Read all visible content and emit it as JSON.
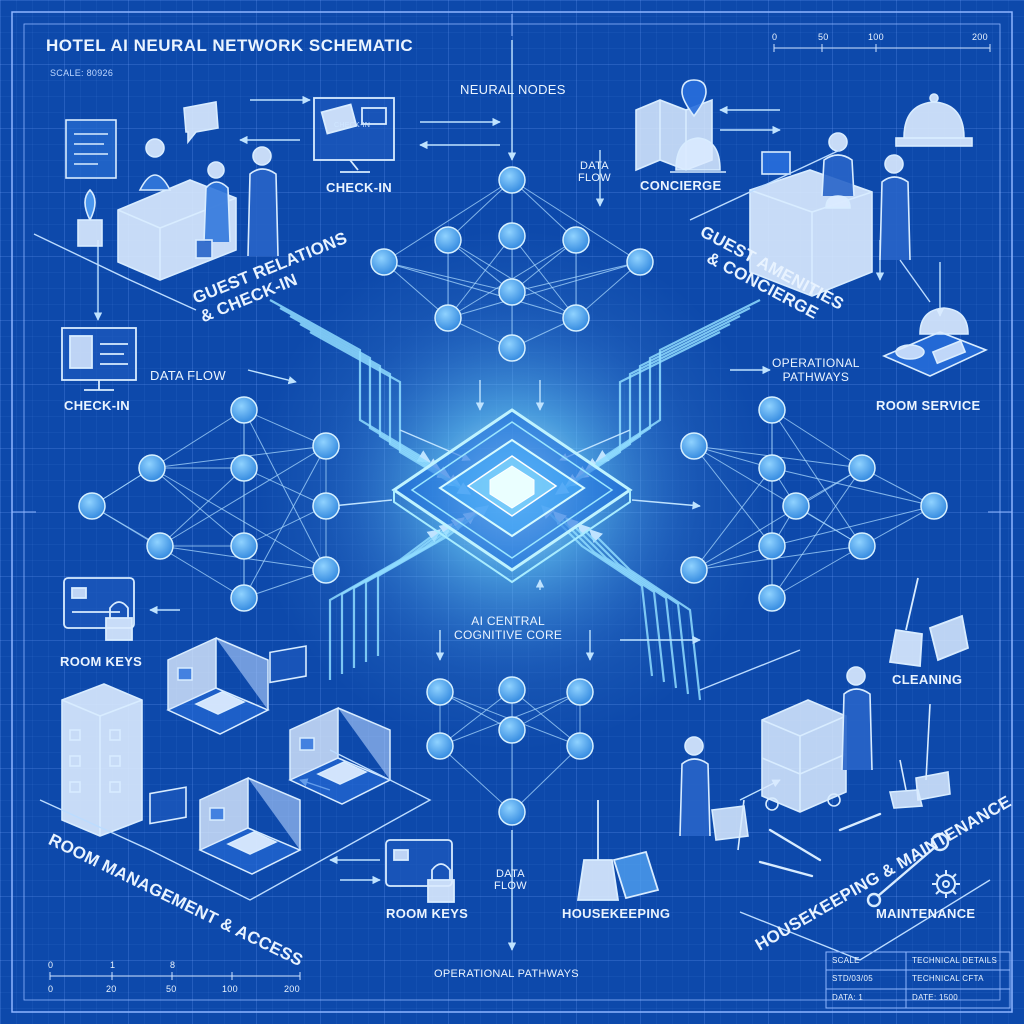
{
  "header": {
    "title": "HOTEL AI NEURAL NETWORK SCHEMATIC",
    "scale_text": "SCALE: 80926"
  },
  "scalebar_top": {
    "ticks": [
      "0",
      "50",
      "100",
      "200"
    ]
  },
  "scalebar_bottom": {
    "top_ticks": [
      "0",
      "1",
      "8"
    ],
    "bottom_ticks": [
      "0",
      "20",
      "50",
      "100",
      "200"
    ]
  },
  "labels": {
    "neural_nodes": "NEURAL NODES",
    "data_flow_top": "DATA\nFLOW",
    "check_in_screen": "CHECK-IN",
    "check_in_top": "CHECK-IN",
    "concierge": "CONCIERGE",
    "check_in_left": "CHECK-IN",
    "data_flow_left": "DATA FLOW",
    "operational_pathways_right": "OPERATIONAL\nPATHWAYS",
    "room_service": "ROOM SERVICE",
    "ai_core": "AI CENTRAL\nCOGNITIVE CORE",
    "room_keys_left": "ROOM KEYS",
    "cleaning": "CLEANING",
    "data_flow_bottom": "DATA\nFLOW",
    "room_keys_bottom": "ROOM KEYS",
    "housekeeping": "HOUSEKEEPING",
    "maintenance": "MAINTENANCE",
    "operational_pathways_bottom": "OPERATIONAL PATHWAYS"
  },
  "sections": {
    "guest_relations": "GUEST RELATIONS\n& CHECK-IN",
    "guest_amenities": "GUEST AMENITIES\n& CONCIERGE",
    "room_management": "ROOM MANAGEMENT & ACCESS",
    "housekeeping_maintenance": "HOUSEKEEPING & MAINTENANCE"
  },
  "tech_table": {
    "r1c1": "SCALE",
    "r1c2": "TECHNICAL DETAILS",
    "r2c1": "STD/03/05",
    "r2c2": "TECHNICAL CFTA",
    "r3c1": "DATA: 1",
    "r3c2": "DATE: 1500"
  },
  "colors": {
    "background": "#0d49ab",
    "line": "#9fd4ff",
    "node_fill": "#4aa8f0",
    "core_glow": "#b9f3ff"
  }
}
